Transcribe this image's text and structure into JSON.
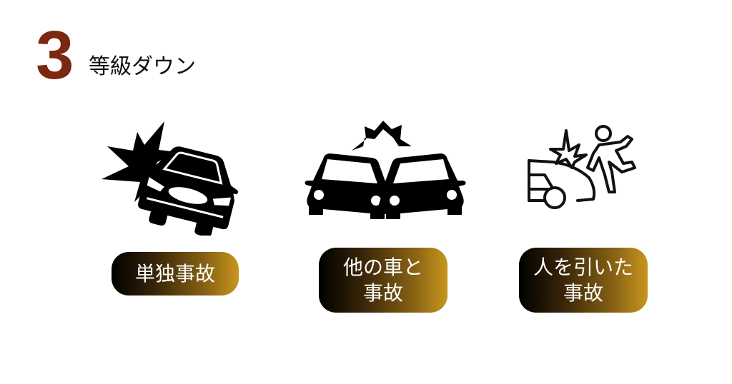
{
  "header": {
    "number": "3",
    "title": "等級ダウン",
    "number_color": "#7a2812"
  },
  "items": [
    {
      "icon": "single-car-crash-icon",
      "label_lines": [
        "単独事故"
      ]
    },
    {
      "icon": "two-car-collision-icon",
      "label_lines": [
        "他の車と",
        "事故"
      ]
    },
    {
      "icon": "pedestrian-hit-icon",
      "label_lines": [
        "人を引いた",
        "事故"
      ]
    }
  ],
  "colors": {
    "pill_gradient_start": "#000000",
    "pill_gradient_end": "#c8961e",
    "pill_text": "#ffffff"
  }
}
